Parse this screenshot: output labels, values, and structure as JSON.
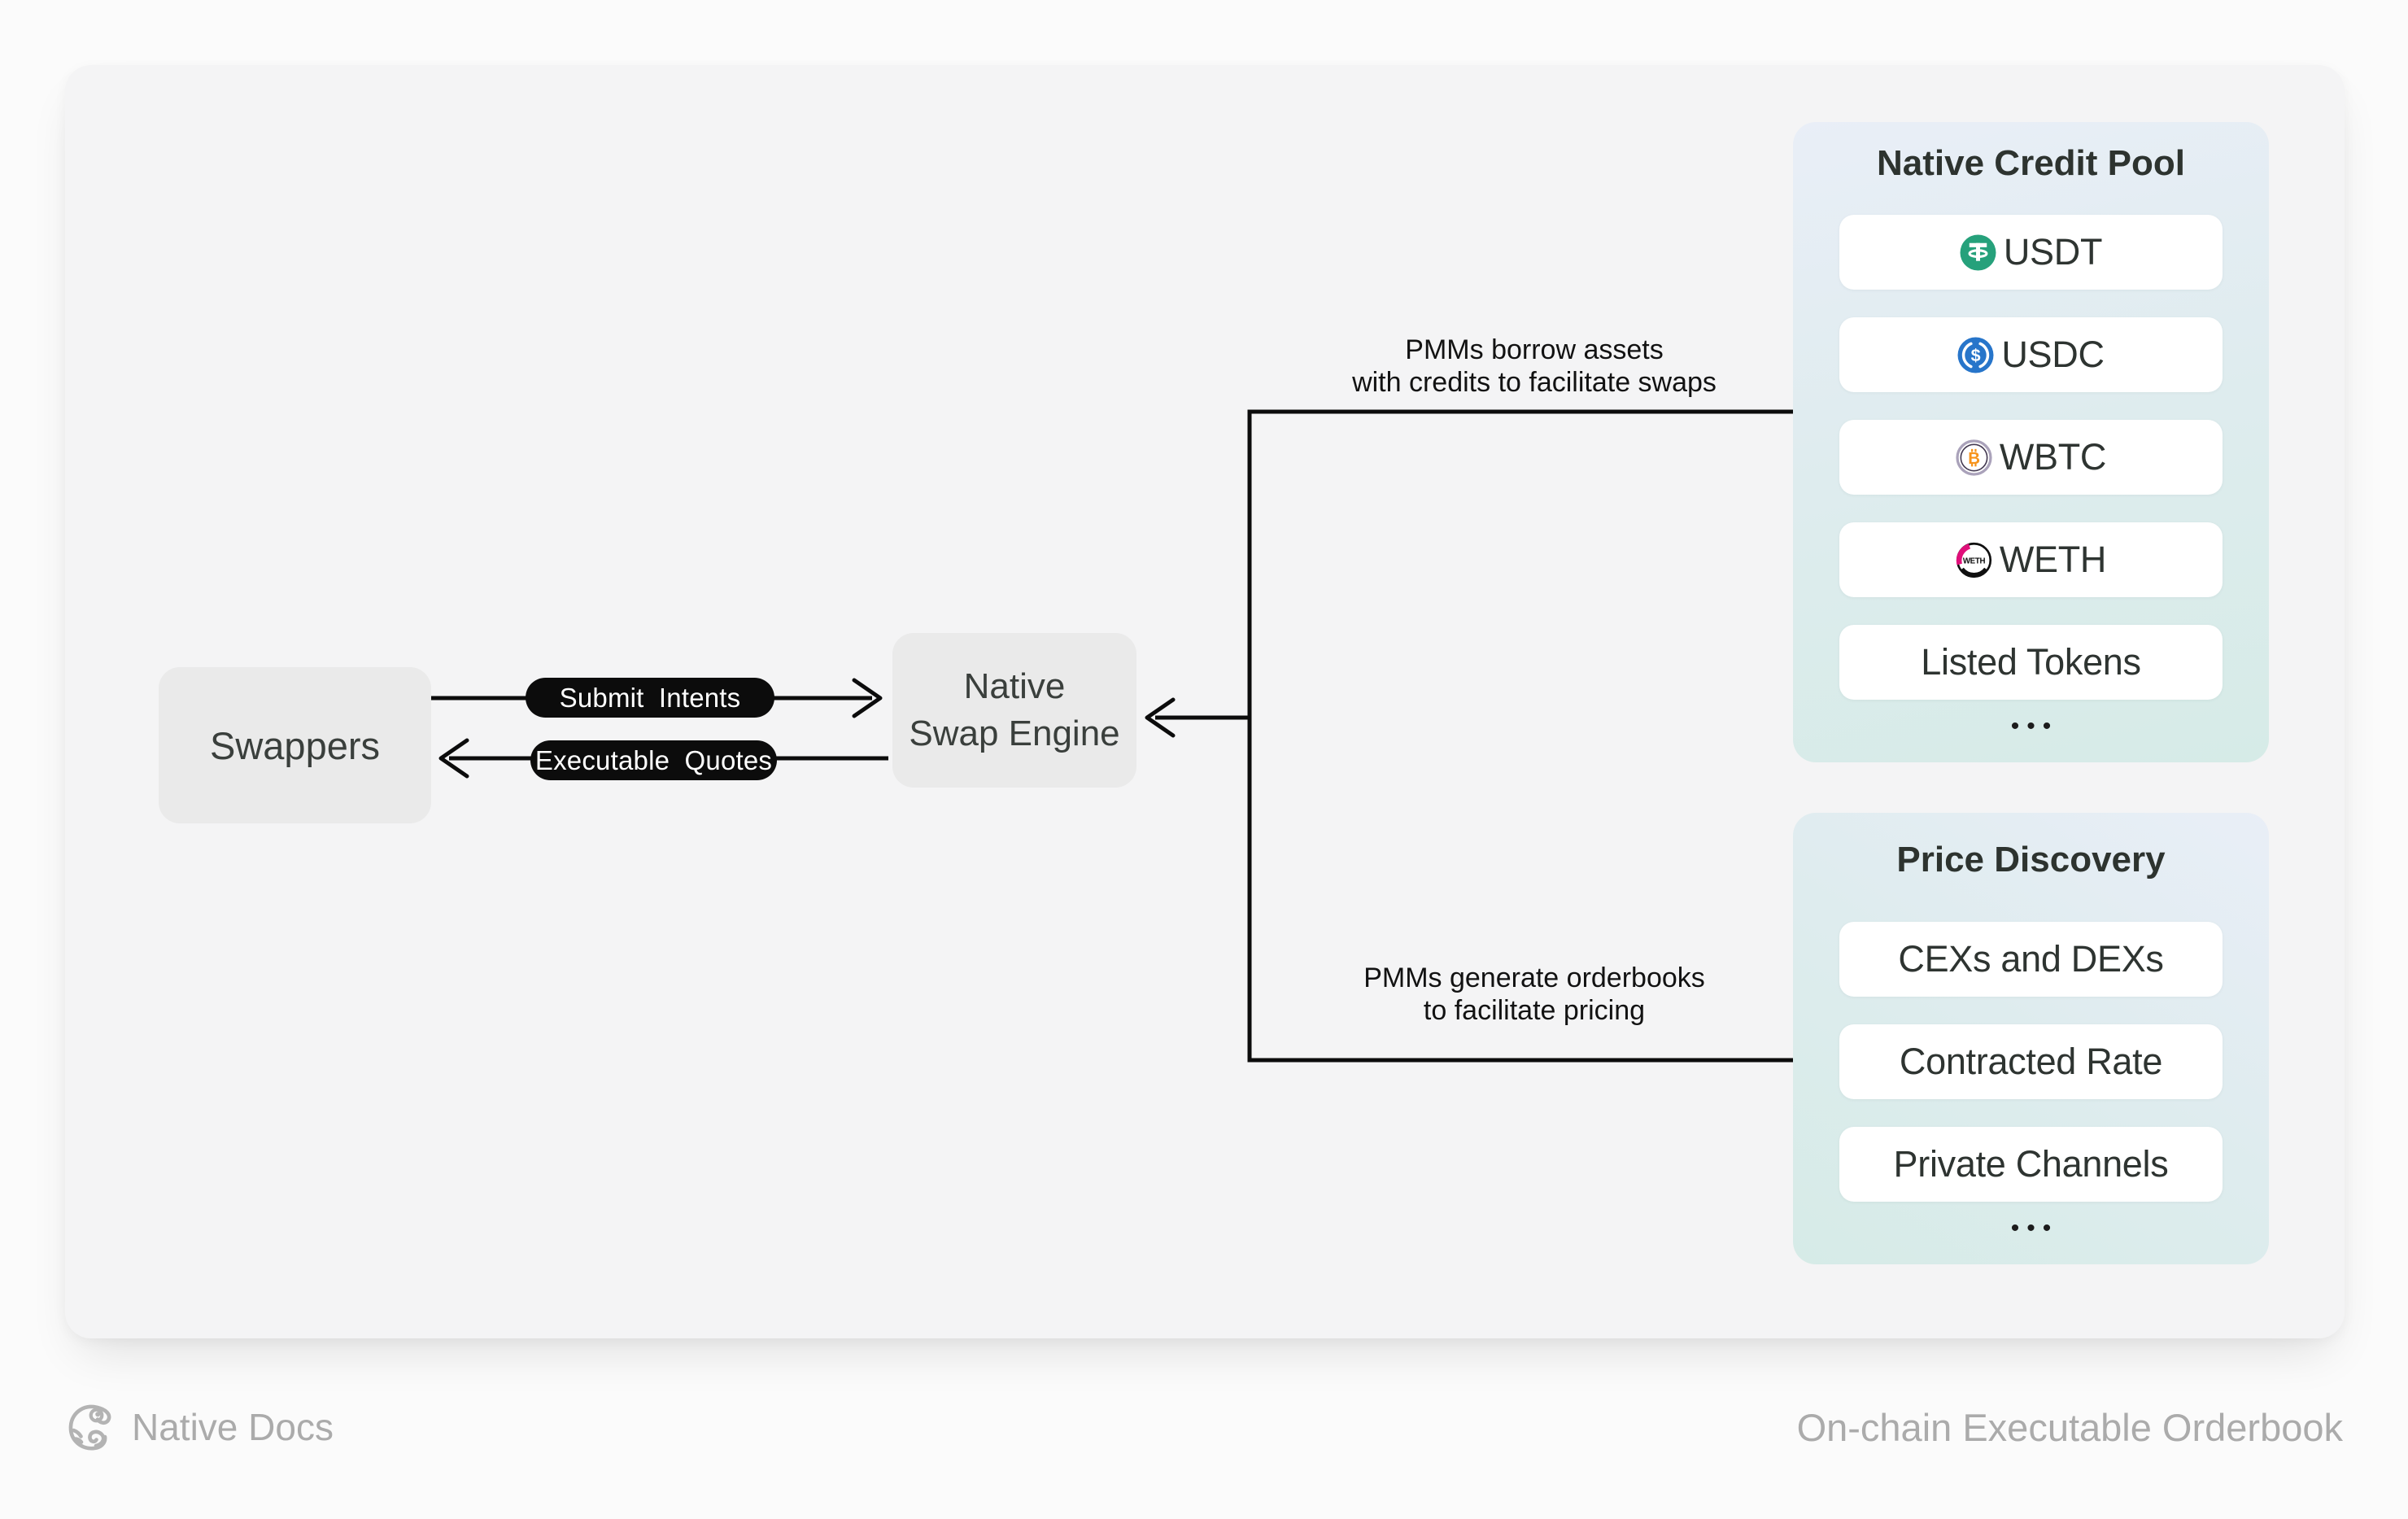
{
  "colors": {
    "canvas": "#fbfbfb",
    "card": "#f4f4f5",
    "node_fill": "#eaeaea",
    "line": "#0c0c0c",
    "panel_gradient_top": "#e9eef7",
    "panel_gradient_bottom": "#d6ebe7",
    "usdt_green": "#26a17b",
    "usdc_blue": "#2775ca",
    "wbtc_orange": "#f7931a",
    "weth_pink": "#e00f7a",
    "muted_text": "#ababab"
  },
  "nodes": {
    "swappers": "Swappers",
    "engine": "Native\nSwap Engine"
  },
  "flows": {
    "submit_intents": "Submit Intents",
    "executable_quotes": "Executable Quotes"
  },
  "annotations": {
    "borrow": "PMMs borrow assets\nwith credits to facilitate swaps",
    "orderbooks": "PMMs generate orderbooks\nto facilitate pricing"
  },
  "credit_pool": {
    "title": "Native Credit Pool",
    "tokens": [
      {
        "label": "USDT",
        "icon": "usdt-icon"
      },
      {
        "label": "USDC",
        "icon": "usdc-icon"
      },
      {
        "label": "WBTC",
        "icon": "wbtc-icon"
      },
      {
        "label": "WETH",
        "icon": "weth-icon"
      },
      {
        "label": "Listed Tokens",
        "icon": null
      }
    ],
    "more": "•••"
  },
  "price_discovery": {
    "title": "Price Discovery",
    "sources": [
      {
        "label": "CEXs and DEXs"
      },
      {
        "label": "Contracted Rate"
      },
      {
        "label": "Private Channels"
      }
    ],
    "more": "•••"
  },
  "footer": {
    "brand": "Native Docs",
    "caption": "On-chain Executable Orderbook"
  }
}
